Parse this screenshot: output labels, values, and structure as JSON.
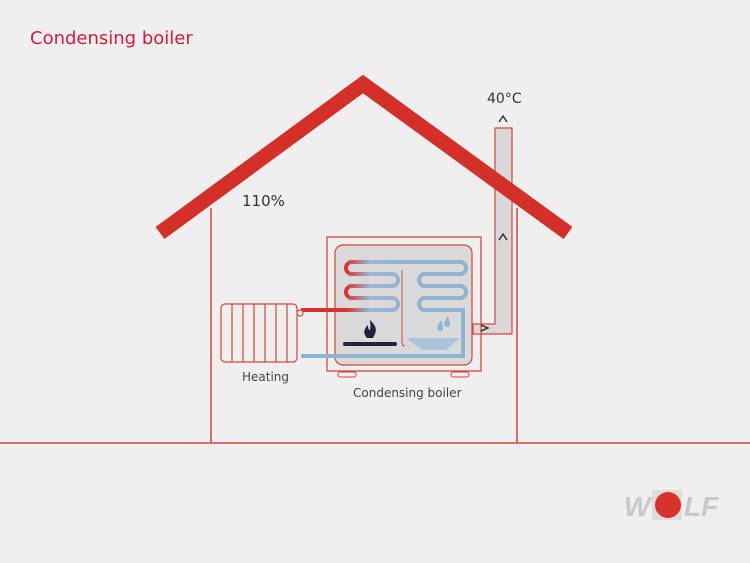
{
  "title": "Condensing boiler",
  "efficiency": "110%",
  "flue_temperature": "40°C",
  "labels": {
    "heating": "Heating",
    "boiler": "Condensing boiler"
  },
  "logo": "WOLF",
  "colors": {
    "accent": "#d51a3c",
    "roof": "#d4302a",
    "hot": "#d8322c",
    "cold": "#8fb3d1"
  }
}
